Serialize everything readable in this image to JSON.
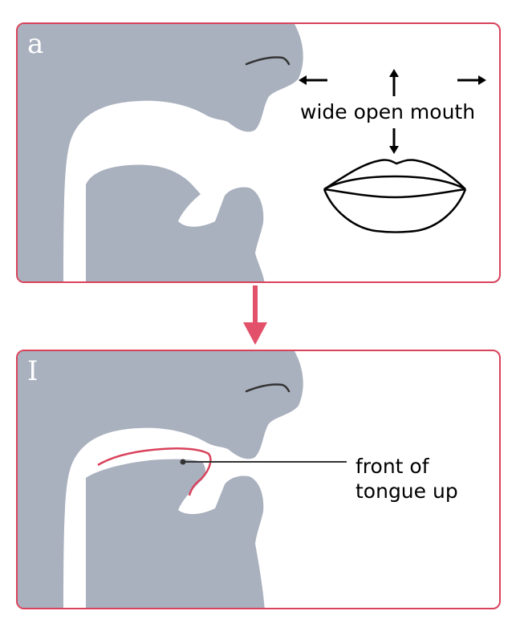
{
  "colors": {
    "frame": "#d9425b",
    "anatomy": "#a9b0be",
    "tongue_outline": "#d9425b",
    "text": "#000000"
  },
  "panels": [
    {
      "id": "a",
      "letter": "a",
      "caption": "wide open mouth",
      "icons": [
        "arrow-left-icon",
        "arrow-up-icon",
        "arrow-right-icon",
        "arrow-down-icon",
        "open-lips-icon"
      ]
    },
    {
      "id": "i",
      "letter": "I",
      "caption_lines": [
        "front of",
        "tongue up"
      ],
      "icons": [
        "tongue-raised-outline",
        "pointer-line"
      ]
    }
  ],
  "transition": {
    "icon": "down-arrow-icon"
  }
}
